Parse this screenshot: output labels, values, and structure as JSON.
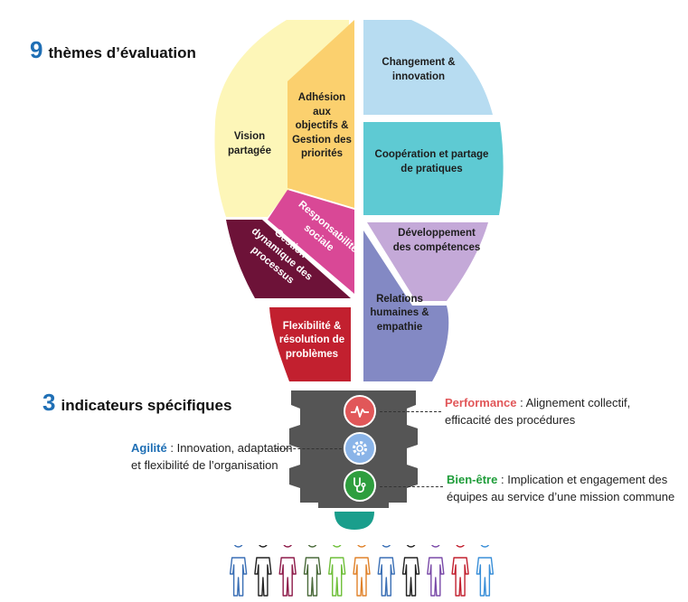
{
  "headings": {
    "themes_num": "9",
    "themes_text": "thèmes d’évaluation",
    "indicators_num": "3",
    "indicators_text": "indicateurs spécifiques"
  },
  "segments": {
    "vision": "Vision partagée",
    "adhesion": "Adhésion aux objectifs & Gestion des priorités",
    "changement": "Changement & innovation",
    "cooperation": "Coopération et partage de pratiques",
    "responsabilite": "Responsabilité sociale",
    "gestion": "Gestion dynamique des processus",
    "developpement": "Développement des compétences",
    "relations": "Relations humaines & empathie",
    "flexibilite": "Flexibilité & résolution de problèmes"
  },
  "indicators": {
    "performance": {
      "keyword": "Performance",
      "sep": " : ",
      "text": "Alignement collectif, efficacité des procédures",
      "color": "#e15759",
      "icon": "heartbeat-icon"
    },
    "agilite": {
      "keyword": "Agilité",
      "sep": " : ",
      "text": "Innovation, adaptation et flexibilité de l’organisation",
      "color": "#1f6fb5",
      "icon": "gear-icon"
    },
    "bienetre": {
      "keyword": "Bien-être",
      "sep": " : ",
      "text": "Implication et engagement des équipes au service d’une mission commune",
      "color": "#1f9d3a",
      "icon": "stethoscope-icon"
    }
  },
  "colors": {
    "vision": "#fdf6b8",
    "adhesion": "#fbd06e",
    "changement": "#b7dcf1",
    "cooperation": "#5ecad3",
    "responsabilite": "#d94896",
    "gestion": "#6d1238",
    "developpement": "#c4a9d8",
    "relations": "#8389c4",
    "flexibilite": "#c2202f",
    "bulb_base": "#555555",
    "bulb_tip": "#1a9e8c"
  },
  "people_colors": [
    "#3a6fb5",
    "#222222",
    "#8e1c4a",
    "#4a6a3a",
    "#6fbf3a",
    "#e0822a",
    "#3a6fb5",
    "#222222",
    "#7a4aa8",
    "#c2202f",
    "#3a8fd8"
  ]
}
